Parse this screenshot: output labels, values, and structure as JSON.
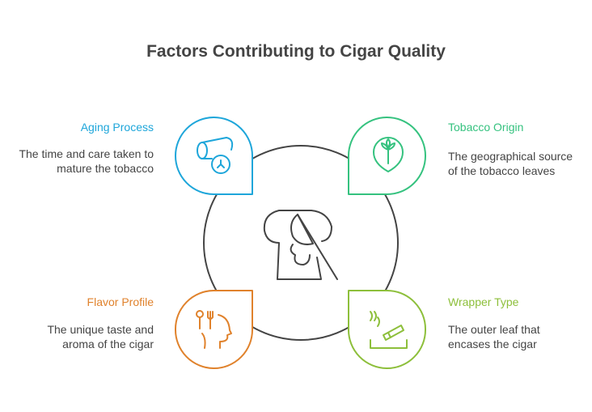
{
  "title": "Factors Contributing to Cigar Quality",
  "colors": {
    "aging": "#1ea6da",
    "origin": "#35c27f",
    "flavor": "#e0822c",
    "wrapper": "#8dbf3b",
    "center": "#444444"
  },
  "factors": [
    {
      "heading": "Aging Process",
      "description": "The time and care taken to mature the tobacco",
      "icon": "log-icon"
    },
    {
      "heading": "Tobacco Origin",
      "description": "The geographical source of the tobacco leaves",
      "icon": "leaf-pin-icon"
    },
    {
      "heading": "Flavor Profile",
      "description": "The unique taste and aroma of the cigar",
      "icon": "taste-head-icon"
    },
    {
      "heading": "Wrapper Type",
      "description": "The outer leaf that encases the cigar",
      "icon": "cigar-ashtray-icon"
    }
  ]
}
